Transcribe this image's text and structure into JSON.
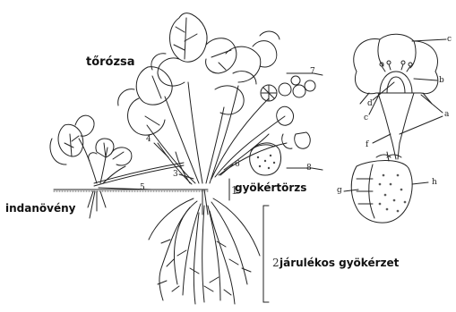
{
  "labels": {
    "torozsa": "tőrózsa",
    "indanoveny": "indanövény",
    "gyokertorzs": "gyökértörzs",
    "jarulekos": "járulékos gyökérzet"
  },
  "markers": {
    "m1": "1",
    "m2": "2",
    "n3": "3",
    "n4": "4",
    "n5": "5",
    "n6": "6",
    "n7": "7",
    "n8": "8"
  },
  "flower_letters": {
    "a": "a",
    "b": "b",
    "c_top": "c",
    "c_mid": "c",
    "d": "d",
    "f": "f",
    "g": "g",
    "h": "h"
  }
}
